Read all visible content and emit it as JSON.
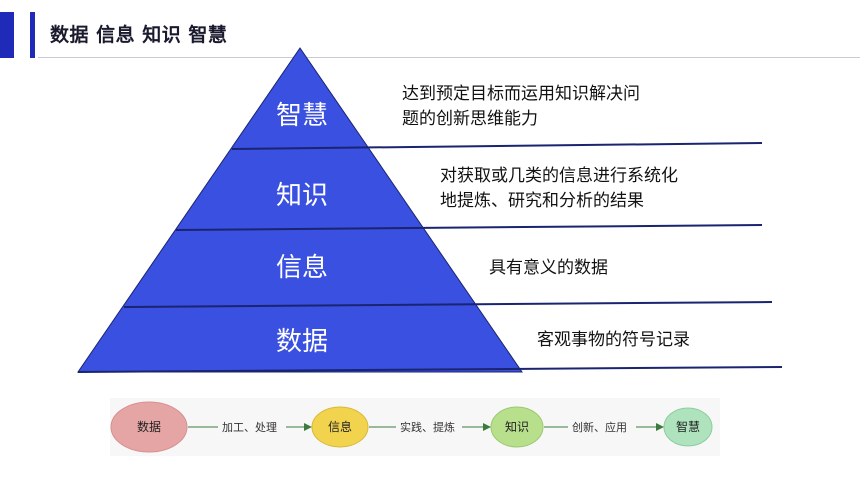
{
  "header": {
    "title": "数据 信息 知识 智慧"
  },
  "pyramid": {
    "levels": [
      {
        "label": "智慧",
        "description": "达到预定目标而运用知识解决问\n题的创新思维能力"
      },
      {
        "label": "知识",
        "description": "对获取或几类的信息进行系统化\n地提炼、研究和分析的结果"
      },
      {
        "label": "信息",
        "description": "具有意义的数据"
      },
      {
        "label": "数据",
        "description": "客观事物的符号记录"
      }
    ]
  },
  "flow": {
    "nodes": [
      {
        "label": "数据",
        "color": "#e6a5a5"
      },
      {
        "label": "信息",
        "color": "#f2d34e"
      },
      {
        "label": "知识",
        "color": "#b8e08c"
      },
      {
        "label": "智慧",
        "color": "#aee3be"
      }
    ],
    "edges": [
      "加工、处理",
      "实践、提炼",
      "创新、应用"
    ]
  },
  "colors": {
    "accent": "#1f2bb8",
    "pyramid_fill": "#3a50e0",
    "pyramid_stroke": "#1a2470"
  }
}
